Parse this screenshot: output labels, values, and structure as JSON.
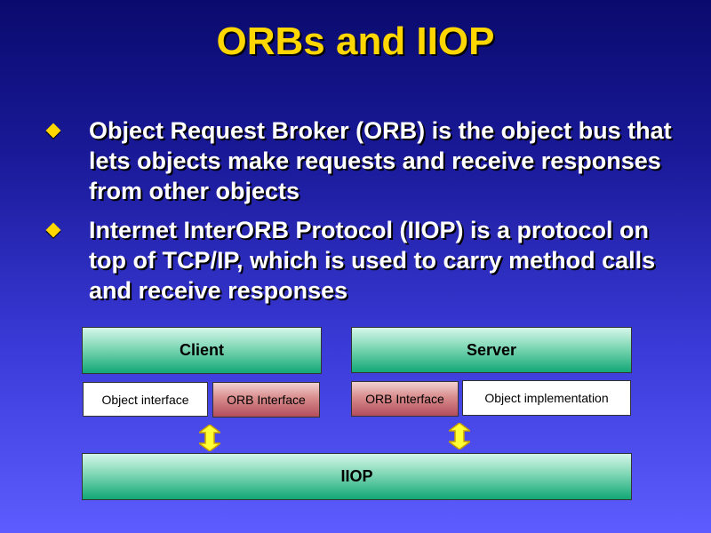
{
  "slide": {
    "title": "ORBs and IIOP",
    "bullets": [
      "Object Request Broker (ORB) is the object bus that lets objects make requests and receive responses from other objects",
      "Internet InterORB Protocol (IIOP) is a protocol on top of TCP/IP, which is used to carry method calls and receive responses"
    ]
  },
  "diagram": {
    "client_label": "Client",
    "server_label": "Server",
    "object_interface_label": "Object interface",
    "orb_interface_client_label": "ORB Interface",
    "orb_interface_server_label": "ORB Interface",
    "object_implementation_label": "Object implementation",
    "iiop_label": "IIOP"
  },
  "colors": {
    "title": "#ffd700",
    "bullet_marker": "#ffd700",
    "box_green": "#12a776",
    "box_red": "#b34d5d",
    "arrow_fill": "#ffff33"
  }
}
